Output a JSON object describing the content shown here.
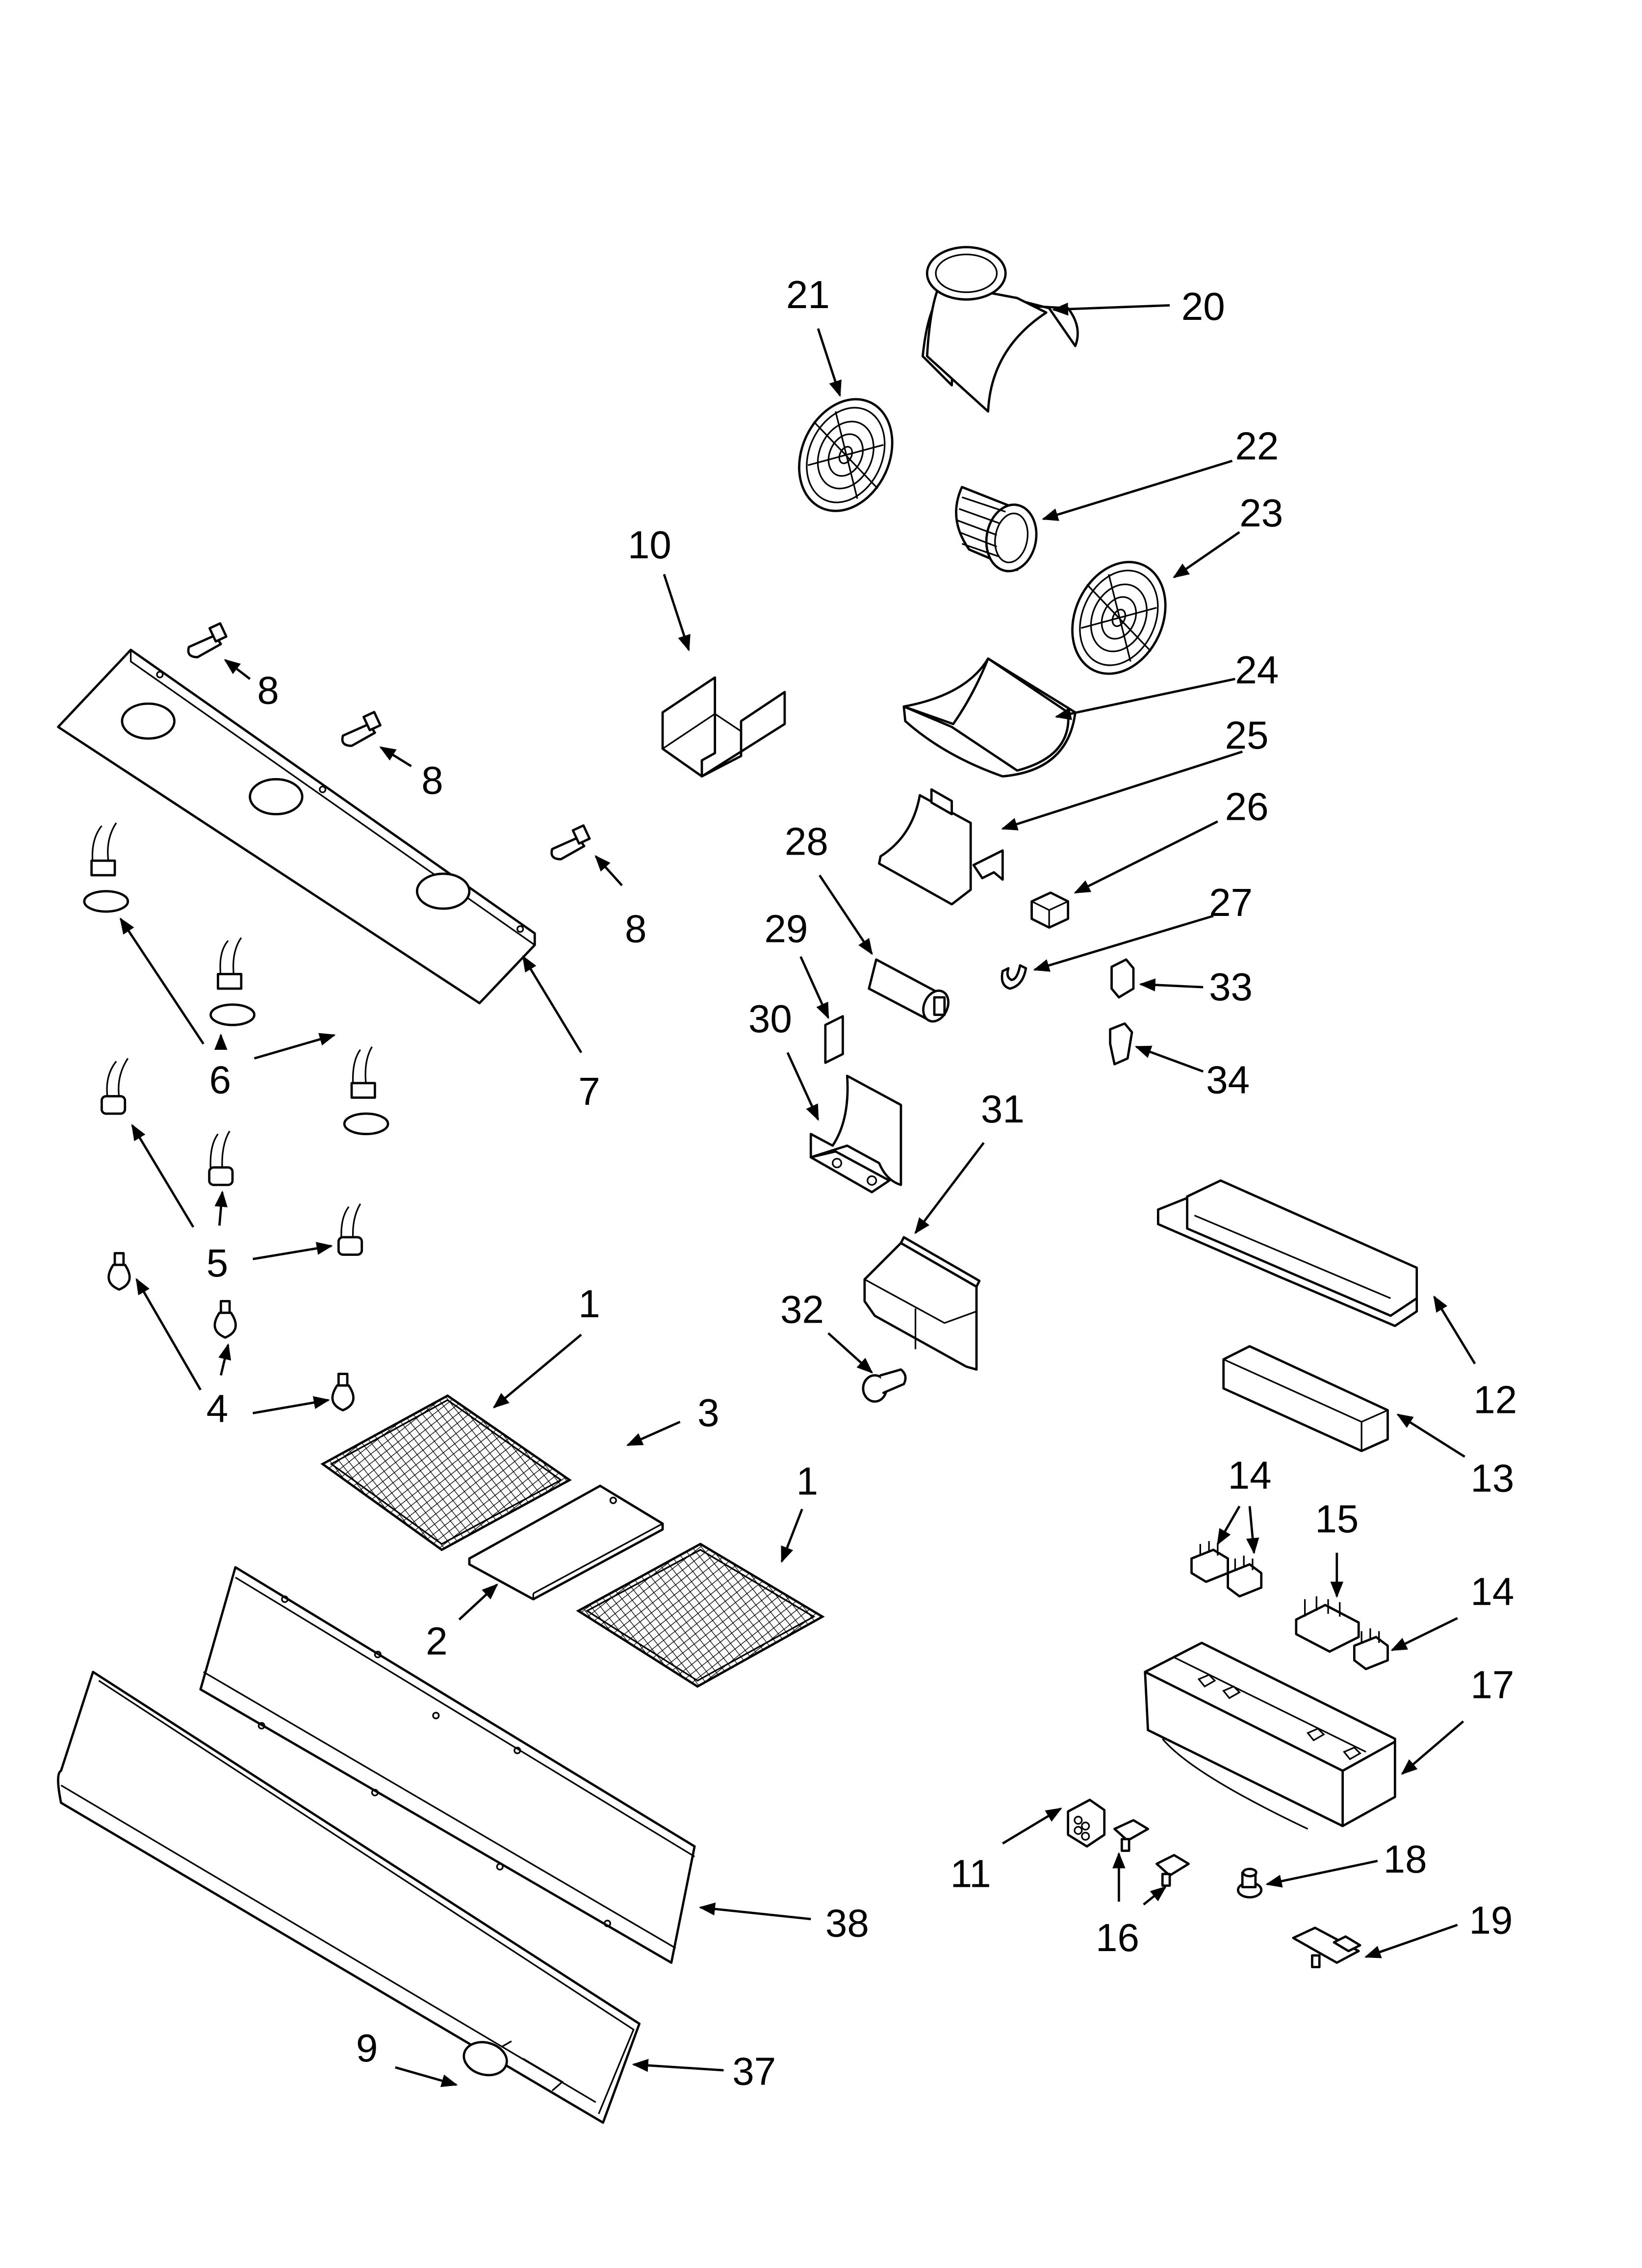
{
  "diagram": {
    "type": "exploded parts diagram",
    "subject": "range hood assembly",
    "background_color": "#ffffff",
    "line_color": "#000000"
  },
  "callouts": [
    {
      "id": "c1a",
      "label": "1"
    },
    {
      "id": "c1b",
      "label": "1"
    },
    {
      "id": "c2",
      "label": "2"
    },
    {
      "id": "c3",
      "label": "3"
    },
    {
      "id": "c4",
      "label": "4"
    },
    {
      "id": "c5",
      "label": "5"
    },
    {
      "id": "c6",
      "label": "6"
    },
    {
      "id": "c7",
      "label": "7"
    },
    {
      "id": "c8a",
      "label": "8"
    },
    {
      "id": "c8b",
      "label": "8"
    },
    {
      "id": "c8c",
      "label": "8"
    },
    {
      "id": "c9",
      "label": "9"
    },
    {
      "id": "c10",
      "label": "10"
    },
    {
      "id": "c11",
      "label": "11"
    },
    {
      "id": "c12",
      "label": "12"
    },
    {
      "id": "c13",
      "label": "13"
    },
    {
      "id": "c14a",
      "label": "14"
    },
    {
      "id": "c14b",
      "label": "14"
    },
    {
      "id": "c15",
      "label": "15"
    },
    {
      "id": "c16",
      "label": "16"
    },
    {
      "id": "c17",
      "label": "17"
    },
    {
      "id": "c18",
      "label": "18"
    },
    {
      "id": "c19",
      "label": "19"
    },
    {
      "id": "c20",
      "label": "20"
    },
    {
      "id": "c21",
      "label": "21"
    },
    {
      "id": "c22",
      "label": "22"
    },
    {
      "id": "c23",
      "label": "23"
    },
    {
      "id": "c24",
      "label": "24"
    },
    {
      "id": "c25",
      "label": "25"
    },
    {
      "id": "c26",
      "label": "26"
    },
    {
      "id": "c27",
      "label": "27"
    },
    {
      "id": "c28",
      "label": "28"
    },
    {
      "id": "c29",
      "label": "29"
    },
    {
      "id": "c30",
      "label": "30"
    },
    {
      "id": "c31",
      "label": "31"
    },
    {
      "id": "c32",
      "label": "32"
    },
    {
      "id": "c33",
      "label": "33"
    },
    {
      "id": "c34",
      "label": "34"
    },
    {
      "id": "c37",
      "label": "37"
    },
    {
      "id": "c38",
      "label": "38"
    }
  ],
  "parts": [
    {
      "number": "1",
      "name": "grease-filter",
      "count_shown": 2
    },
    {
      "number": "2",
      "name": "filter-divider-panel"
    },
    {
      "number": "3",
      "name": "push-fastener"
    },
    {
      "number": "4",
      "name": "halogen-lamp",
      "count_shown": 3
    },
    {
      "number": "5",
      "name": "lamp-socket",
      "count_shown": 3
    },
    {
      "number": "6",
      "name": "lamp-socket-with-lens",
      "count_shown": 3
    },
    {
      "number": "7",
      "name": "light-mounting-panel"
    },
    {
      "number": "8",
      "name": "screw",
      "count_shown": 3
    },
    {
      "number": "9",
      "name": "nameplate-badge"
    },
    {
      "number": "10",
      "name": "bracket"
    },
    {
      "number": "11",
      "name": "connector-block"
    },
    {
      "number": "12",
      "name": "control-housing"
    },
    {
      "number": "13",
      "name": "insulator"
    },
    {
      "number": "14",
      "name": "switch",
      "count_shown": 3
    },
    {
      "number": "15",
      "name": "multi-switch"
    },
    {
      "number": "16",
      "name": "clip",
      "count_shown": 2
    },
    {
      "number": "17",
      "name": "switch-housing"
    },
    {
      "number": "18",
      "name": "knob-button"
    },
    {
      "number": "19",
      "name": "slide-switch"
    },
    {
      "number": "20",
      "name": "blower-top-housing"
    },
    {
      "number": "21",
      "name": "blower-side-plate-left"
    },
    {
      "number": "22",
      "name": "blower-wheel"
    },
    {
      "number": "23",
      "name": "blower-side-plate-right"
    },
    {
      "number": "24",
      "name": "blower-bottom-housing"
    },
    {
      "number": "25",
      "name": "motor-mount-bracket"
    },
    {
      "number": "26",
      "name": "terminal-block"
    },
    {
      "number": "27",
      "name": "clip-ring"
    },
    {
      "number": "28",
      "name": "capacitor"
    },
    {
      "number": "29",
      "name": "spacer"
    },
    {
      "number": "30",
      "name": "motor-bracket"
    },
    {
      "number": "31",
      "name": "damper-bracket"
    },
    {
      "number": "32",
      "name": "hex-screw"
    },
    {
      "number": "33",
      "name": "connector"
    },
    {
      "number": "34",
      "name": "connector-housing"
    },
    {
      "number": "37",
      "name": "front-panel"
    },
    {
      "number": "38",
      "name": "filter-rail-panel"
    }
  ]
}
